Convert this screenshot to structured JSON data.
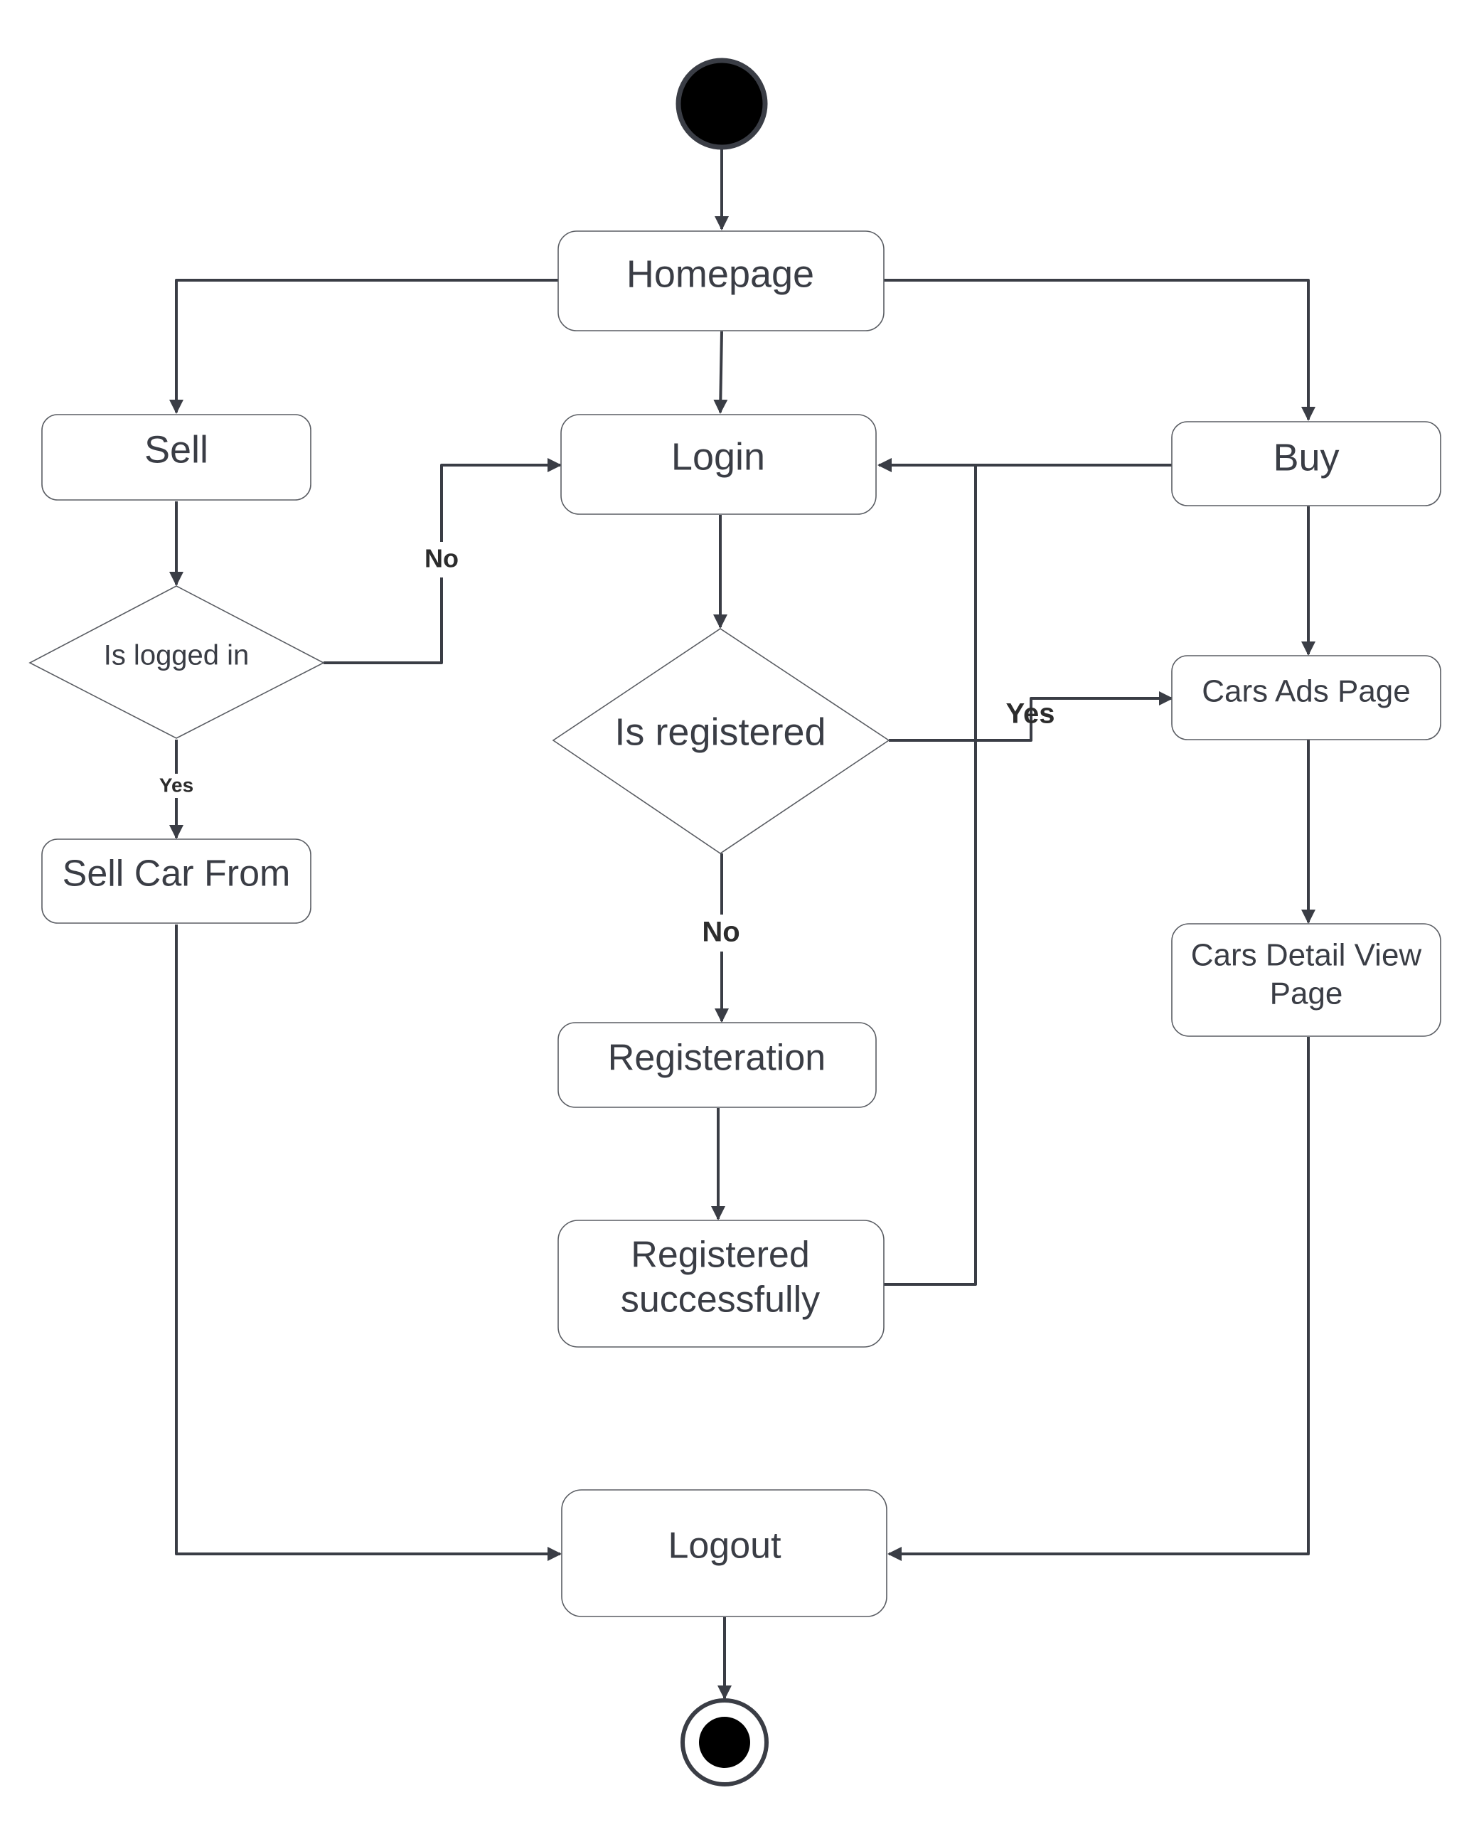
{
  "nodes": {
    "homepage": "Homepage",
    "sell": "Sell",
    "login": "Login",
    "buy": "Buy",
    "is_logged_in": "Is logged in",
    "is_registered": "Is registered",
    "cars_ads_page": "Cars Ads Page",
    "sell_car_from": "Sell Car From",
    "cars_detail_view_page": [
      "Cars Detail View",
      "Page"
    ],
    "registeration": "Registeration",
    "registered_successfully": [
      "Registered",
      "successfully"
    ],
    "logout": "Logout"
  },
  "edge_labels": {
    "logged_in_no": "No",
    "logged_in_yes": "Yes",
    "registered_yes": "Yes",
    "registered_no": "No"
  },
  "colors": {
    "line": "#3a3d45",
    "node_border": "#5a5d63",
    "text": "#3a3d45",
    "start_fill": "#000000",
    "start_ring": "#3a3d45"
  },
  "icons": {
    "start": "initial-node",
    "end": "final-node"
  }
}
